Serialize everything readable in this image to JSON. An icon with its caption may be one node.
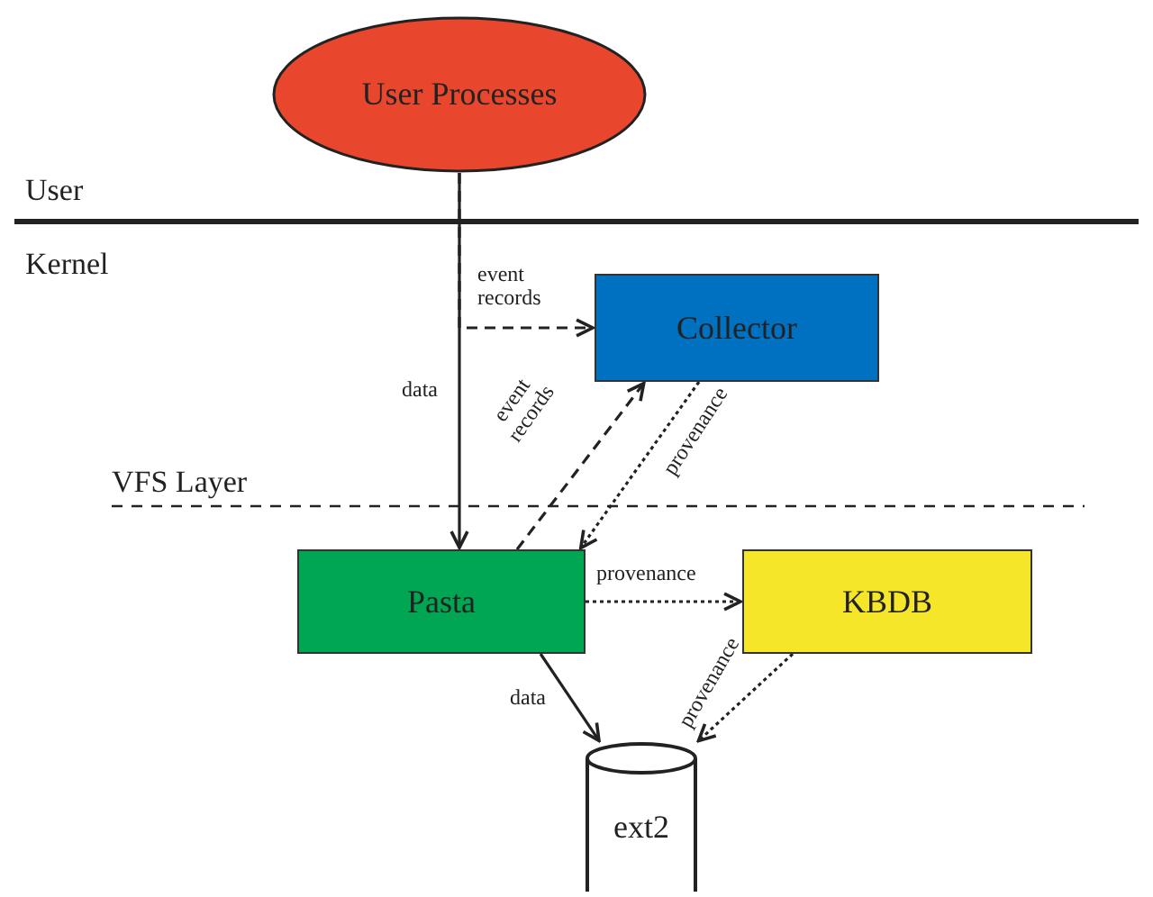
{
  "diagram": {
    "nodes": [
      {
        "text": [
          "User Processes"
        ]
      },
      {
        "text": [
          "Collector"
        ]
      },
      {
        "text": [
          "Pasta"
        ]
      },
      {
        "text": [
          "KBDB"
        ]
      },
      {
        "text": [
          "ext2"
        ]
      }
    ],
    "edges": [
      {
        "from": 0,
        "to": 2,
        "arrow": "to",
        "label": "data"
      },
      {
        "from": 0,
        "to": 1,
        "arrow": "to",
        "label": "event records",
        "style": "dashed"
      },
      {
        "from": 2,
        "to": 1,
        "arrow": "to",
        "label": "event records",
        "style": "dashed"
      },
      {
        "from": 1,
        "to": 2,
        "arrow": "to",
        "label": "provenance",
        "style": "dashed"
      },
      {
        "from": 2,
        "to": 3,
        "arrow": "to",
        "label": "provenance",
        "style": "dashed"
      },
      {
        "from": 2,
        "to": 4,
        "arrow": "to",
        "label": "data"
      },
      {
        "from": 3,
        "to": 4,
        "arrow": "to",
        "label": "provenance",
        "style": "dashed"
      }
    ],
    "labels": [
      "User",
      "Kernel",
      "VFS Layer"
    ]
  }
}
